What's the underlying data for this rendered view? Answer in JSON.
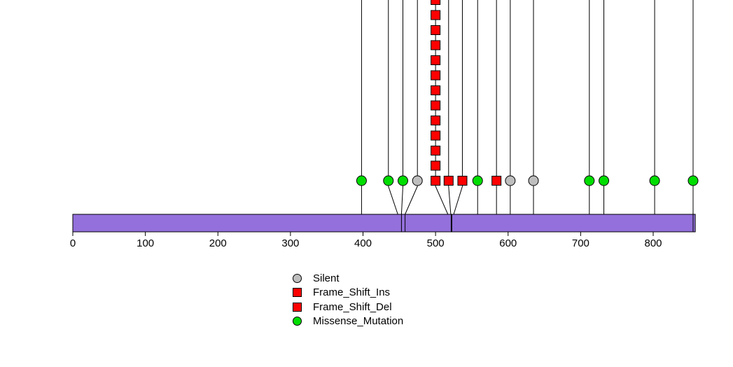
{
  "chart_data": {
    "type": "lollipop",
    "subtype": "protein-mutation-plot",
    "xlabel": "",
    "ylabel": "",
    "xlim": [
      0,
      858
    ],
    "x_ticks": [
      0,
      100,
      200,
      300,
      400,
      500,
      600,
      700,
      800
    ],
    "grid": false,
    "protein_bar": {
      "start": 0,
      "end": 858,
      "color": "#9370DB",
      "border": "#000000"
    },
    "bar_marks": [
      {
        "pos": 453,
        "bold": false
      },
      {
        "pos": 458,
        "bold": false
      },
      {
        "pos": 522,
        "bold": true
      },
      {
        "pos": 855,
        "bold": false
      }
    ],
    "mutation_types": {
      "Silent": {
        "shape": "circle",
        "color": "#BEBEBE"
      },
      "Frame_Shift_Ins": {
        "shape": "square",
        "color": "#FF0000"
      },
      "Frame_Shift_Del": {
        "shape": "square",
        "color": "#FF0000"
      },
      "Missense_Mutation": {
        "shape": "circle",
        "color": "#00DD00"
      }
    },
    "mutations": [
      {
        "x": 398,
        "anchor": 398,
        "type": "Missense_Mutation",
        "count": 1
      },
      {
        "x": 435,
        "anchor": 448,
        "type": "Missense_Mutation",
        "count": 1
      },
      {
        "x": 455,
        "anchor": 453,
        "type": "Missense_Mutation",
        "count": 1
      },
      {
        "x": 475,
        "anchor": 458,
        "type": "Silent",
        "count": 1
      },
      {
        "x": 500,
        "anchor": 517,
        "type": "Frame_Shift_Ins",
        "count": 13
      },
      {
        "x": 518,
        "anchor": 521,
        "type": "Frame_Shift_Del",
        "count": 1
      },
      {
        "x": 537,
        "anchor": 525,
        "type": "Frame_Shift_Del",
        "count": 1
      },
      {
        "x": 558,
        "anchor": 558,
        "type": "Missense_Mutation",
        "count": 1
      },
      {
        "x": 584,
        "anchor": 584,
        "type": "Frame_Shift_Del",
        "count": 1
      },
      {
        "x": 603,
        "anchor": 603,
        "type": "Silent",
        "count": 1
      },
      {
        "x": 635,
        "anchor": 635,
        "type": "Silent",
        "count": 1
      },
      {
        "x": 712,
        "anchor": 712,
        "type": "Missense_Mutation",
        "count": 1
      },
      {
        "x": 732,
        "anchor": 732,
        "type": "Missense_Mutation",
        "count": 1
      },
      {
        "x": 802,
        "anchor": 802,
        "type": "Missense_Mutation",
        "count": 1
      },
      {
        "x": 855,
        "anchor": 855,
        "type": "Missense_Mutation",
        "count": 1
      }
    ],
    "legend": {
      "position": "bottom-left",
      "items": [
        {
          "label": "Silent",
          "shape": "circle",
          "color": "#BEBEBE"
        },
        {
          "label": "Frame_Shift_Ins",
          "shape": "square",
          "color": "#FF0000"
        },
        {
          "label": "Frame_Shift_Del",
          "shape": "square",
          "color": "#FF0000"
        },
        {
          "label": "Missense_Mutation",
          "shape": "circle",
          "color": "#00DD00"
        }
      ]
    }
  }
}
